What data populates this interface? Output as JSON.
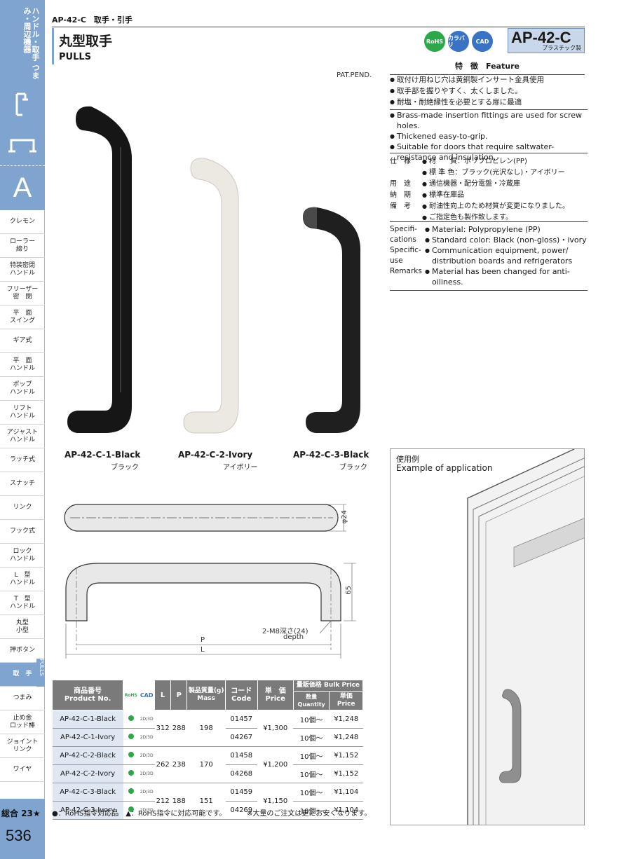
{
  "sidebar": {
    "title": "ハンドル・取手 つまみ・周辺機器",
    "category_letter": "A",
    "items": [
      {
        "label": "クレモン"
      },
      {
        "label": "ローラー\n締り"
      },
      {
        "label": "特装密閉\nハンドル"
      },
      {
        "label": "フリーザー\n密　閉"
      },
      {
        "label": "平　面\nスイング"
      },
      {
        "label": "ギア式"
      },
      {
        "label": "平　面\nハンドル"
      },
      {
        "label": "ポップ\nハンドル"
      },
      {
        "label": "リフト\nハンドル"
      },
      {
        "label": "アジャスト\nハンドル"
      },
      {
        "label": "ラッチ式"
      },
      {
        "label": "スナッチ"
      },
      {
        "label": "リンク"
      },
      {
        "label": "フック式"
      },
      {
        "label": "ロック\nハンドル"
      },
      {
        "label": "L　型\nハンドル"
      },
      {
        "label": "T　型\nハンドル"
      },
      {
        "label": "丸型\n小型"
      },
      {
        "label": "押ボタン"
      },
      {
        "label": "取　手"
      },
      {
        "label": "つまみ"
      },
      {
        "label": "止め金\nロッド棒"
      },
      {
        "label": "ジョイント\nリンク"
      },
      {
        "label": "ワイヤ"
      }
    ],
    "active_tab_en": "PULLS",
    "sogo": "総合 23★",
    "page_number": "536"
  },
  "header": {
    "code_line": "AP-42-C　取手・引手",
    "title_jp": "丸型取手",
    "title_en": "PULLS",
    "pat": "PAT.PEND.",
    "icons": [
      {
        "name": "rohs-icon",
        "label": "RoHS",
        "color": "#2ca84a"
      },
      {
        "name": "karabari-icon",
        "label": "カラバリ",
        "color": "#3b73c4"
      },
      {
        "name": "cad-icon",
        "label": "CAD",
        "color": "#3b73c4"
      }
    ],
    "model_code": "AP-42-C",
    "model_sub": "プラスチック製"
  },
  "feature": {
    "heading": "特　徴　Feature",
    "jp": [
      "取付け用ねじ穴は黄銅製インサート金具使用",
      "取手部を握りやすく、太くしました。",
      "耐塩・耐絶縁性を必要とする扉に最適"
    ],
    "en": [
      "Brass-made insertion fittings are used for screw holes.",
      "Thickened easy-to-grip.",
      "Suitable for doors that require saltwater-resistance and insulation."
    ]
  },
  "spec_jp": [
    {
      "key": "仕　様",
      "value": "材　　質：ポリプロピレン(PP)"
    },
    {
      "key": "",
      "value": "標 準 色：ブラック(光沢なし)・アイボリー"
    },
    {
      "key": "用　途",
      "value": "通信機器・配分電盤・冷蔵庫"
    },
    {
      "key": "納　期",
      "value": "標準在庫品"
    },
    {
      "key": "備　考",
      "value": "耐油性向上のため材質が変更になりました。"
    },
    {
      "key": "",
      "value": "ご指定色も製作致します。"
    }
  ],
  "spec_en": [
    {
      "key": "Specifi-",
      "value": "Material: Polypropylene (PP)"
    },
    {
      "key": "cations",
      "value": "Standard color: Black (non-gloss)・ivory"
    },
    {
      "key": "Specific-",
      "value": "Communication equipment, power/"
    },
    {
      "key": "use",
      "value": "distribution boards and refrigerators",
      "nobullet": true
    },
    {
      "key": "Remarks",
      "value": "Material has been changed for anti-oiliness."
    }
  ],
  "photos": [
    {
      "model": "AP-42-C-1-Black",
      "color_jp": "ブラック",
      "fill": "#161616"
    },
    {
      "model": "AP-42-C-2-Ivory",
      "color_jp": "アイボリー",
      "fill": "#ece9e2"
    },
    {
      "model": "AP-42-C-3-Black",
      "color_jp": "ブラック",
      "fill": "#1f1f1f"
    }
  ],
  "drawing": {
    "dia": "φ24",
    "h": "65",
    "thread": "2-M8深さ(24)",
    "depth": "depth",
    "p": "P",
    "l": "L"
  },
  "table": {
    "headers": {
      "product": "商品番号\nProduct No.",
      "rohs": "RoHS",
      "cad": "CAD",
      "l": "L",
      "p": "P",
      "mass": "製品質量(g)\nMass",
      "code": "コード\nCode",
      "price": "単　価\nPrice",
      "bulk_top": "量販価格 Bulk Price",
      "bulk_qty": "数量 Quantity",
      "bulk_price": "単価 Price"
    },
    "groups": [
      {
        "l": "312",
        "p": "288",
        "mass": "198",
        "price": "¥1,300",
        "rows": [
          {
            "product": "AP-42-C-1-Black",
            "cad": "2D/3D",
            "code": "01457",
            "qty": "10個～",
            "bulk": "¥1,248"
          },
          {
            "product": "AP-42-C-1-Ivory",
            "cad": "2D/3D",
            "code": "04267",
            "qty": "10個～",
            "bulk": "¥1,248"
          }
        ]
      },
      {
        "l": "262",
        "p": "238",
        "mass": "170",
        "price": "¥1,200",
        "rows": [
          {
            "product": "AP-42-C-2-Black",
            "cad": "2D/3D",
            "code": "01458",
            "qty": "10個～",
            "bulk": "¥1,152"
          },
          {
            "product": "AP-42-C-2-Ivory",
            "cad": "2D/3D",
            "code": "04268",
            "qty": "10個～",
            "bulk": "¥1,152"
          }
        ]
      },
      {
        "l": "212",
        "p": "188",
        "mass": "151",
        "price": "¥1,150",
        "rows": [
          {
            "product": "AP-42-C-3-Black",
            "cad": "2D/3D",
            "code": "01459",
            "qty": "10個～",
            "bulk": "¥1,104"
          },
          {
            "product": "AP-42-C-3-Ivory",
            "cad": "2D/3D",
            "code": "04269",
            "qty": "10個～",
            "bulk": "¥1,104"
          }
        ]
      }
    ],
    "footnote_left": "●：RoHS指令対応品　▲：RoHS指令に対応可能です。",
    "footnote_right": "※大量のご注文は更にお安くなります。"
  },
  "application": {
    "title_jp": "使用例",
    "title_en": "Example of application"
  }
}
